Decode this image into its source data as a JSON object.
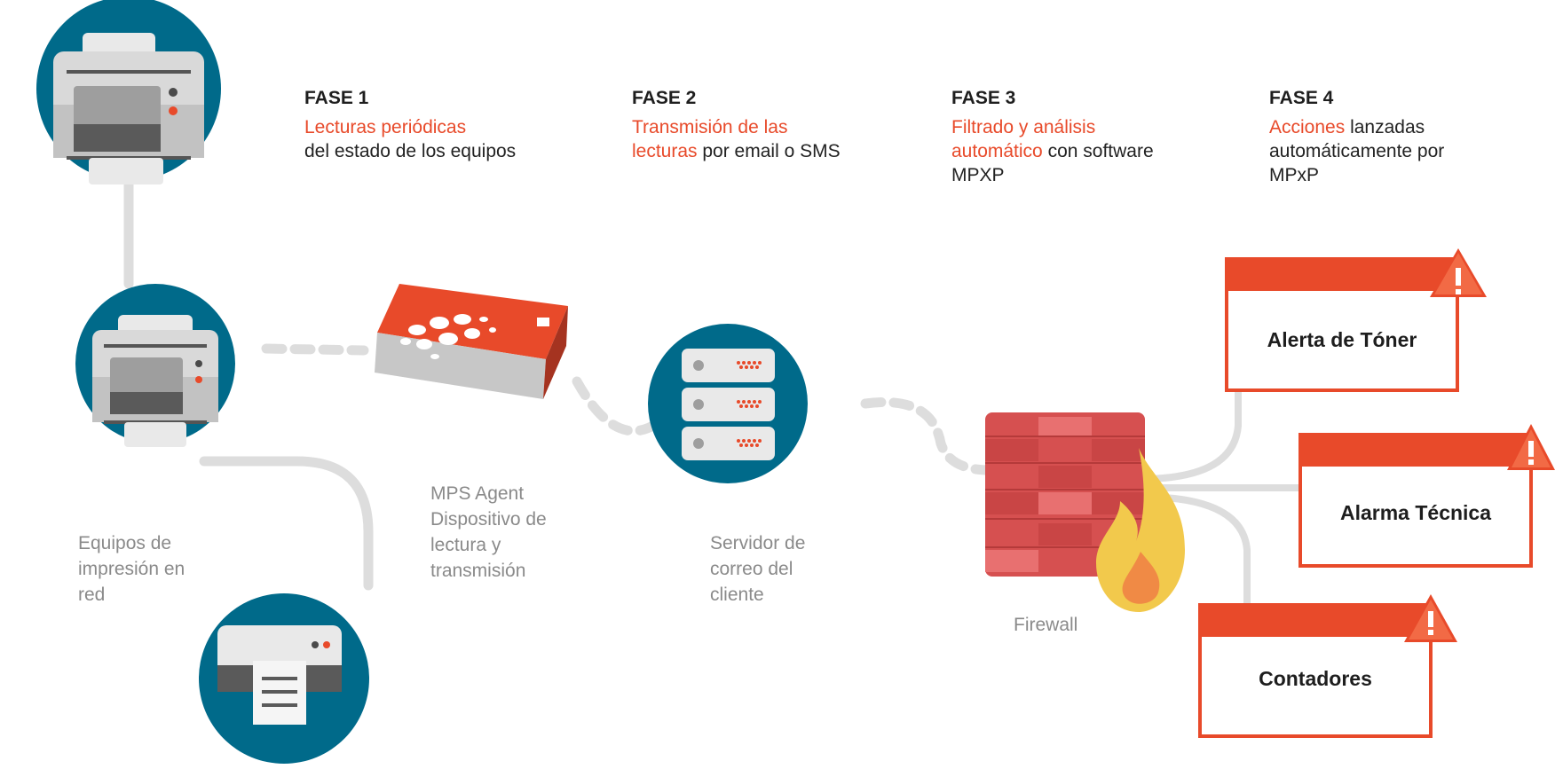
{
  "colors": {
    "teal": "#006a8a",
    "accent": "#e84a2a",
    "connector": "#dddddd",
    "caption": "#8a8a8a",
    "printer_light": "#e9e9e9",
    "printer_mid": "#bdbdbd",
    "printer_dark": "#5a5a5a",
    "firewall_red": "#d65050",
    "flame": "#f2c94c"
  },
  "phases": [
    {
      "title": "FASE 1",
      "highlight": "Lecturas periódicas",
      "rest": "del estado de los equipos"
    },
    {
      "title": "FASE 2",
      "highlight": "Transmisión de las lecturas",
      "rest": "por email o SMS"
    },
    {
      "title": "FASE 3",
      "highlight": "Filtrado y análisis automático",
      "rest": "con software MPXP"
    },
    {
      "title": "FASE 4",
      "highlight": "Acciones",
      "rest": "lanzadas automáticamente por MPxP"
    }
  ],
  "captions": {
    "printers": "Equipos de impresión en red",
    "agent": "MPS Agent Dispositivo de lectura y transmisión",
    "server": "Servidor de correo del cliente",
    "firewall": "Firewall"
  },
  "alerts": [
    {
      "label": "Alerta de Tóner",
      "icon": "warning-icon"
    },
    {
      "label": "Alarma Técnica",
      "icon": "warning-icon"
    },
    {
      "label": "Contadores",
      "icon": "warning-icon"
    }
  ]
}
